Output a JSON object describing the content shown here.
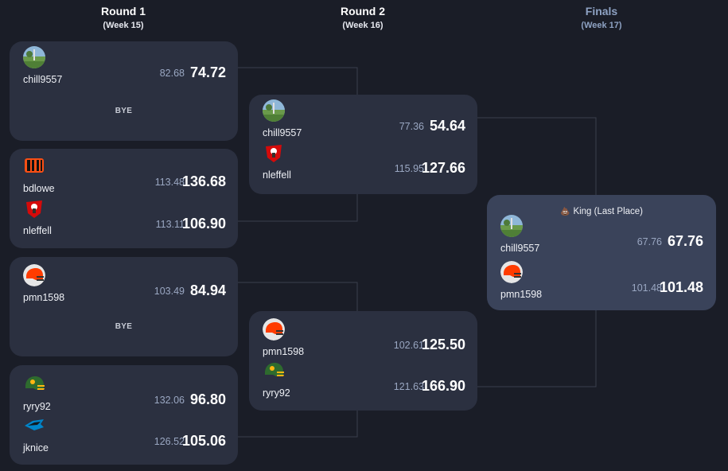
{
  "rounds": [
    {
      "title": "Round 1",
      "week": "(Week 15)"
    },
    {
      "title": "Round 2",
      "week": "(Week 16)"
    },
    {
      "title": "Finals",
      "week": "(Week 17)"
    }
  ],
  "bye_label": "BYE",
  "finals": {
    "title": "King (Last Place)",
    "emoji": "💩",
    "teams": [
      {
        "name": "chill9557",
        "projected": "67.76",
        "score": "67.76",
        "logo": "golf-course-avatar"
      },
      {
        "name": "pmn1598",
        "projected": "101.48",
        "score": "101.48",
        "logo": "browns-helmet"
      }
    ]
  },
  "round1": [
    {
      "teams": [
        {
          "name": "chill9557",
          "projected": "82.68",
          "score": "74.72",
          "logo": "golf-course-avatar"
        }
      ],
      "bye": true
    },
    {
      "teams": [
        {
          "name": "bdlowe",
          "projected": "113.48",
          "score": "136.68",
          "logo": "bengals-logo"
        },
        {
          "name": "nleffell",
          "projected": "113.11",
          "score": "106.90",
          "logo": "buccaneers-logo"
        }
      ]
    },
    {
      "teams": [
        {
          "name": "pmn1598",
          "projected": "103.49",
          "score": "84.94",
          "logo": "browns-helmet"
        }
      ],
      "bye": true
    },
    {
      "teams": [
        {
          "name": "ryry92",
          "projected": "132.06",
          "score": "96.80",
          "logo": "packers-helmet"
        },
        {
          "name": "jknice",
          "projected": "126.52",
          "score": "105.06",
          "logo": "panthers-logo"
        }
      ]
    }
  ],
  "round2": [
    {
      "teams": [
        {
          "name": "chill9557",
          "projected": "77.36",
          "score": "54.64",
          "logo": "golf-course-avatar"
        },
        {
          "name": "nleffell",
          "projected": "115.95",
          "score": "127.66",
          "logo": "buccaneers-logo"
        }
      ]
    },
    {
      "teams": [
        {
          "name": "pmn1598",
          "projected": "102.61",
          "score": "125.50",
          "logo": "browns-helmet"
        },
        {
          "name": "ryry92",
          "projected": "121.63",
          "score": "166.90",
          "logo": "packers-helmet"
        }
      ]
    }
  ],
  "colors": {
    "background": "#1a1d27",
    "card": "#2b3040",
    "final_card": "#3a435a",
    "connector": "#3a3f4d",
    "projected_text": "#9aa7c2",
    "finals_header": "#8ea2c3"
  }
}
